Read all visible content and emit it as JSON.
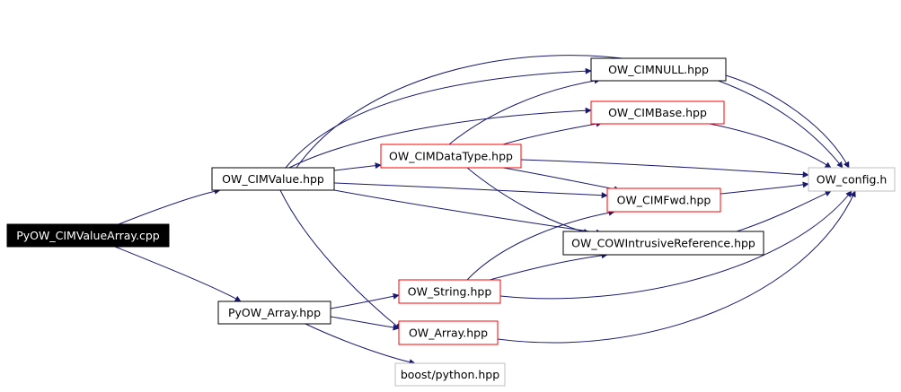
{
  "graph": {
    "nodes": [
      {
        "id": "root",
        "label": "PyOW_CIMValueArray.cpp",
        "style": "root"
      },
      {
        "id": "cimvalue",
        "label": "OW_CIMValue.hpp",
        "style": "plain"
      },
      {
        "id": "pyarray",
        "label": "PyOW_Array.hpp",
        "style": "plain"
      },
      {
        "id": "cimnull",
        "label": "OW_CIMNULL.hpp",
        "style": "plain"
      },
      {
        "id": "cimbase",
        "label": "OW_CIMBase.hpp",
        "style": "red"
      },
      {
        "id": "cimdatatype",
        "label": "OW_CIMDataType.hpp",
        "style": "red"
      },
      {
        "id": "config",
        "label": "OW_config.h",
        "style": "gray"
      },
      {
        "id": "cimfwd",
        "label": "OW_CIMFwd.hpp",
        "style": "red"
      },
      {
        "id": "cowref",
        "label": "OW_COWIntrusiveReference.hpp",
        "style": "plain"
      },
      {
        "id": "string",
        "label": "OW_String.hpp",
        "style": "red"
      },
      {
        "id": "owarray",
        "label": "OW_Array.hpp",
        "style": "red"
      },
      {
        "id": "boost",
        "label": "boost/python.hpp",
        "style": "gray"
      }
    ],
    "edges": [
      {
        "from": "root",
        "to": "cimvalue"
      },
      {
        "from": "root",
        "to": "pyarray"
      },
      {
        "from": "cimvalue",
        "to": "cimnull"
      },
      {
        "from": "cimvalue",
        "to": "cimbase"
      },
      {
        "from": "cimvalue",
        "to": "cimdatatype"
      },
      {
        "from": "cimvalue",
        "to": "config"
      },
      {
        "from": "cimvalue",
        "to": "cimfwd"
      },
      {
        "from": "cimvalue",
        "to": "cowref"
      },
      {
        "from": "cimvalue",
        "to": "owarray"
      },
      {
        "from": "cimdatatype",
        "to": "cimnull"
      },
      {
        "from": "cimdatatype",
        "to": "cimbase"
      },
      {
        "from": "cimdatatype",
        "to": "config"
      },
      {
        "from": "cimdatatype",
        "to": "cimfwd"
      },
      {
        "from": "cimdatatype",
        "to": "cowref"
      },
      {
        "from": "cimnull",
        "to": "config"
      },
      {
        "from": "cimbase",
        "to": "config"
      },
      {
        "from": "cimfwd",
        "to": "config"
      },
      {
        "from": "cowref",
        "to": "config"
      },
      {
        "from": "pyarray",
        "to": "string"
      },
      {
        "from": "pyarray",
        "to": "owarray"
      },
      {
        "from": "pyarray",
        "to": "boost"
      },
      {
        "from": "string",
        "to": "cimfwd"
      },
      {
        "from": "string",
        "to": "cowref"
      },
      {
        "from": "string",
        "to": "config"
      },
      {
        "from": "owarray",
        "to": "config"
      }
    ]
  },
  "colors": {
    "edge": "#191970",
    "root_fill": "#000000",
    "root_text": "#ffffff",
    "plain_border": "#000000",
    "red_border": "#ff0000",
    "gray_border": "#bfbfbf",
    "text": "#000000"
  }
}
